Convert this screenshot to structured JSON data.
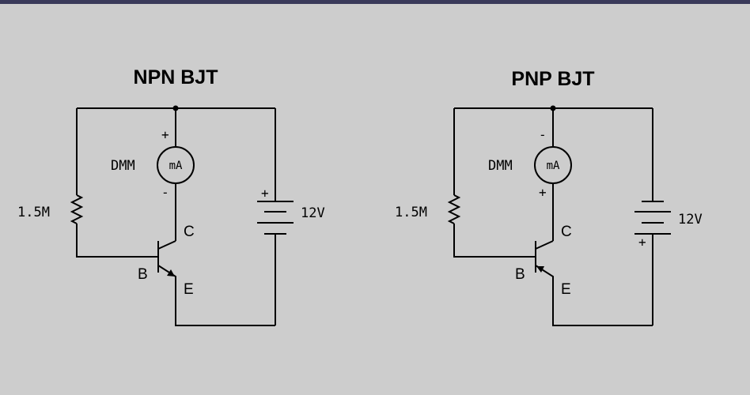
{
  "circuits": {
    "npn": {
      "title": "NPN BJT",
      "meter_label": "DMM",
      "meter_unit": "mA",
      "meter_top_sign": "+",
      "meter_bottom_sign": "-",
      "resistor": "1.5M",
      "battery_voltage": "12V",
      "battery_sign": "+",
      "collector": "C",
      "base": "B",
      "emitter": "E"
    },
    "pnp": {
      "title": "PNP BJT",
      "meter_label": "DMM",
      "meter_unit": "mA",
      "meter_top_sign": "-",
      "meter_bottom_sign": "+",
      "resistor": "1.5M",
      "battery_voltage": "12V",
      "battery_sign": "+",
      "collector": "C",
      "base": "B",
      "emitter": "E"
    }
  },
  "colors": {
    "background": "#cdcdcd",
    "top_bar": "#3a3a5a",
    "ink": "#000000"
  }
}
